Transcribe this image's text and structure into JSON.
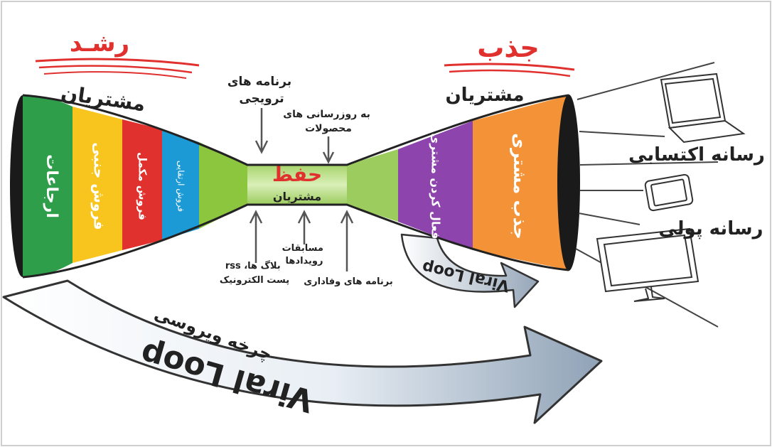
{
  "left_section": {
    "heading": "رشـد",
    "subheading": "مشتریان"
  },
  "right_section": {
    "heading": "جذب",
    "subheading": "مشتریان"
  },
  "center": {
    "heading": "حفظ",
    "subheading": "مشتریان"
  },
  "funnel_bands_left": [
    {
      "label": "ارجاعات",
      "color": "#2e9e4a"
    },
    {
      "label": "فروش جنبی",
      "color": "#f7c51e"
    },
    {
      "label": "فروش مکمل",
      "color": "#e0312f"
    },
    {
      "label": "فروش ارتقایی",
      "color": "#1c9ad6"
    },
    {
      "label": "",
      "color": "#8cc63f"
    }
  ],
  "funnel_bands_right": [
    {
      "label": "فعال کردن مشتری",
      "color": "#8e44ad"
    },
    {
      "label": "جذب مشتری",
      "color": "#f39237"
    }
  ],
  "top_annotations": [
    {
      "label": "برنامه های ترویجی"
    },
    {
      "label": "به روزرسانی های محصولات"
    }
  ],
  "bottom_annotations": [
    {
      "label": "rss ،بلاگ ها پست الکترونیک"
    },
    {
      "label": "مسابقات رویدادها"
    },
    {
      "label": "برنامه های وفاداری"
    }
  ],
  "media": {
    "earned": "رسانه اکتسابی",
    "paid": "رسانه پولی"
  },
  "loops": {
    "small_arrow": "Viral Loop",
    "big_arrow": "Viral Loop",
    "big_arrow_caption": "چرخه ویروسی"
  },
  "icons": [
    "laptop-icon",
    "tablet-icon",
    "monitor-icon"
  ]
}
